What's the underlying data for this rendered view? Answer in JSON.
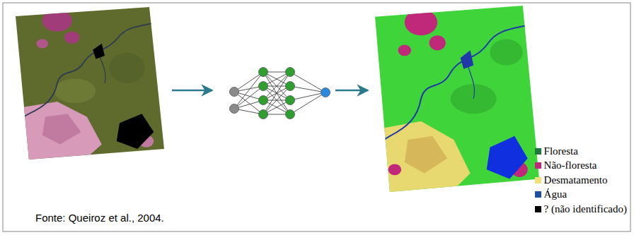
{
  "diagram": {
    "labels": [
      "Fonte: Queiroz et al., 2004."
    ],
    "legend": [
      {
        "text": "Floresta",
        "color": "#1e7a3c"
      },
      {
        "text": "Não-floresta",
        "color": "#c0287a"
      },
      {
        "text": "Desmatamento",
        "color": "#f2e07a"
      },
      {
        "text": "Água",
        "color": "#1f4f9e"
      },
      {
        "text": "? (não identificado)",
        "color": "#000000"
      }
    ]
  }
}
